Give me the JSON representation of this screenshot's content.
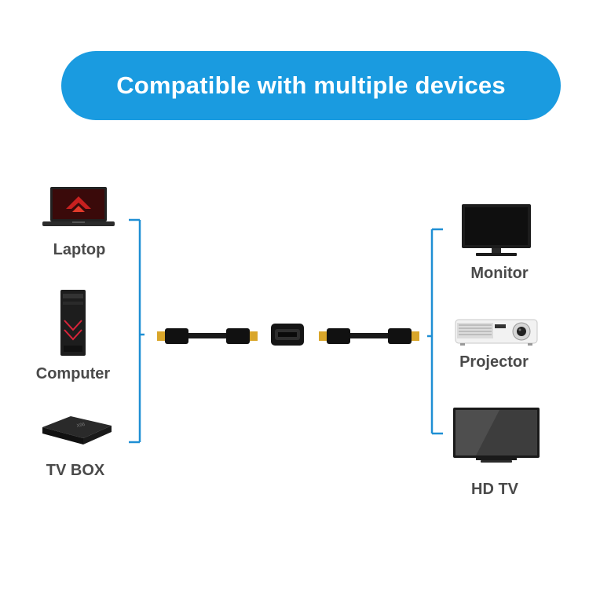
{
  "banner": {
    "title": "Compatible with multiple devices"
  },
  "left_devices": [
    {
      "label": "Laptop",
      "icon": "laptop-icon"
    },
    {
      "label": "Computer",
      "icon": "computer-tower-icon"
    },
    {
      "label": "TV BOX",
      "icon": "tv-box-icon"
    }
  ],
  "right_devices": [
    {
      "label": "Monitor",
      "icon": "monitor-icon"
    },
    {
      "label": "Projector",
      "icon": "projector-icon"
    },
    {
      "label": "HD TV",
      "icon": "hd-tv-icon"
    }
  ],
  "colors": {
    "accent": "#1a9be0",
    "bracket": "#1f8fd4",
    "label_text": "#4a4a4a",
    "connector_gold": "#d9a62a"
  }
}
